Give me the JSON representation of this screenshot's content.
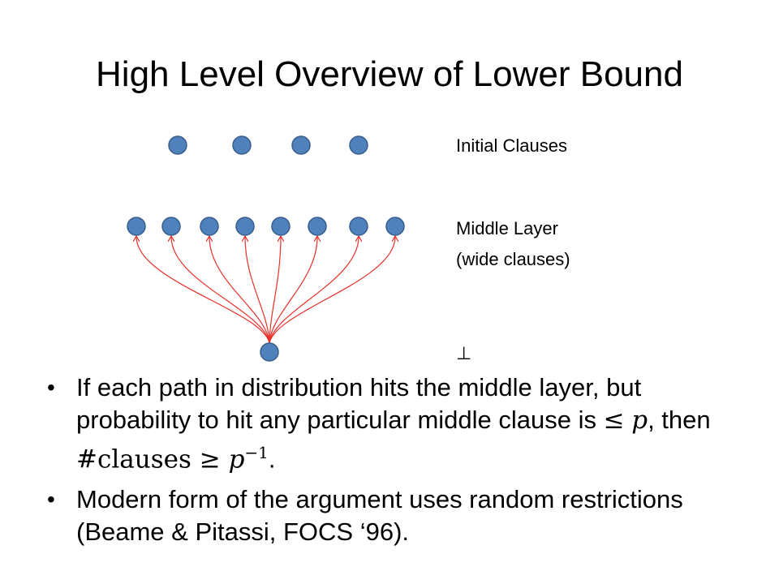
{
  "slide": {
    "title": "High Level Overview of Lower Bound"
  },
  "diagram": {
    "labels": {
      "initial": "Initial  Clauses",
      "middle_line1": "Middle Layer",
      "middle_line2": "(wide clauses)",
      "bottom": "⊥"
    },
    "node_color": "#4F81BD",
    "node_stroke": "#385D8A",
    "edge_color": "#E8302A",
    "top_node_count": 4,
    "middle_node_count": 8,
    "bottom_node_count": 1
  },
  "bullets": [
    {
      "text_a": "If each path in distribution hits the middle layer, but probability to hit any particular middle clause is ",
      "leq": "≤",
      "p": "p",
      "text_b": ", then ",
      "hash": "#",
      "clauses": "clauses",
      "geq": " ≥ ",
      "p2": "p",
      "exp": "−1",
      "text_c": "."
    },
    {
      "text": "Modern form of the argument uses random restrictions (Beame & Pitassi, FOCS ‘96)."
    }
  ]
}
